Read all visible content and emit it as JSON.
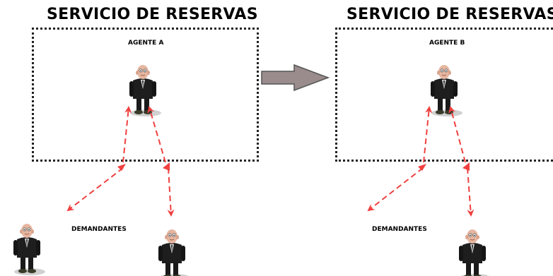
{
  "left": {
    "title": "SERVICIO DE RESERVAS",
    "agent_label": "AGENTE A",
    "requesters_label": "DEMANDANTES"
  },
  "right": {
    "title": "SERVICIO DE RESERVAS",
    "agent_label": "AGENTE B",
    "requesters_label": "DEMANDANTES"
  },
  "colors": {
    "arrow_dashed": "#f04040",
    "transition_arrow_fill": "#9a8c8c",
    "transition_arrow_stroke": "#555555",
    "box_border": "#222222"
  }
}
